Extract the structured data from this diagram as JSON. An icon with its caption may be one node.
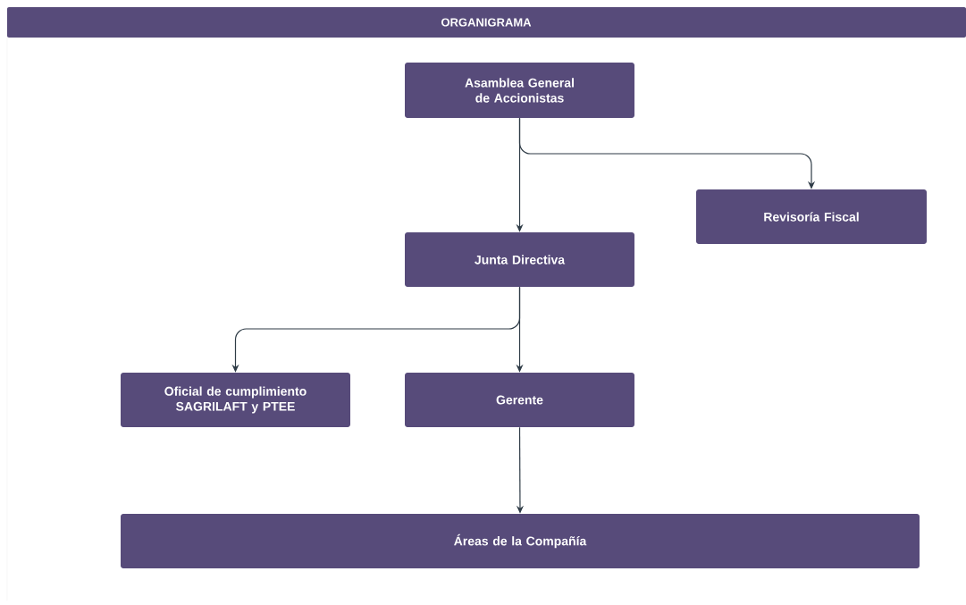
{
  "diagram": {
    "title": "ORGANIGRAMA",
    "nodes": [
      {
        "text": [
          "Asamblea General de Accionistas"
        ]
      },
      {
        "text": [
          "Revisoría Fiscal"
        ]
      },
      {
        "text": [
          "Junta Directiva"
        ]
      },
      {
        "text": [
          "Oficial de cumplimiento SAGRILAFT y PTEE"
        ]
      },
      {
        "text": [
          "Gerente"
        ]
      },
      {
        "text": [
          "Áreas de la Compañía"
        ]
      }
    ],
    "edges": [
      {
        "from": 0,
        "to": 2,
        "arrow": "to"
      },
      {
        "from": 0,
        "to": 1,
        "arrow": "to"
      },
      {
        "from": 2,
        "to": 4,
        "arrow": "to"
      },
      {
        "from": 2,
        "to": 3,
        "arrow": "to"
      },
      {
        "from": 4,
        "to": 5,
        "arrow": "to"
      }
    ]
  }
}
